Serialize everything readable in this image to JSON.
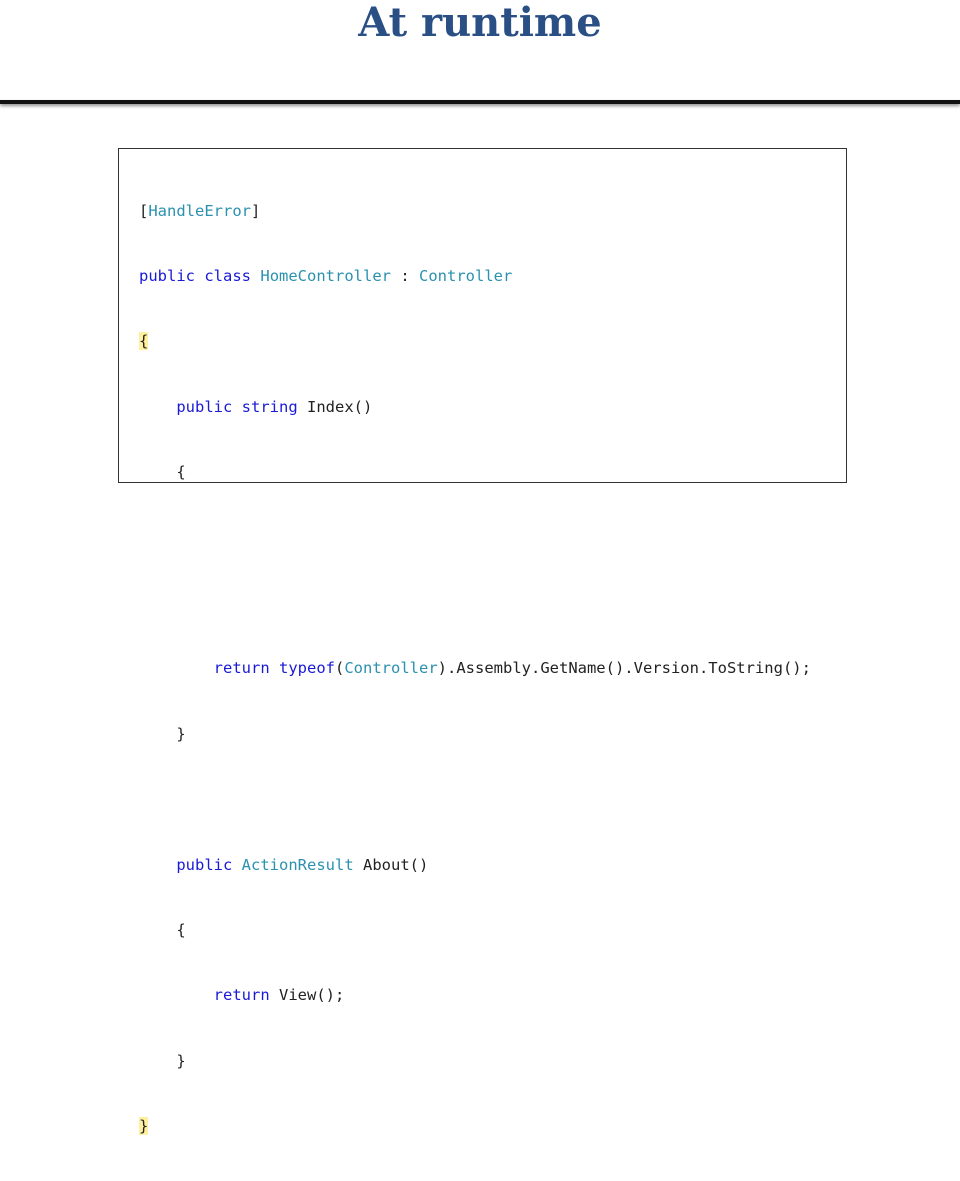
{
  "slide": {
    "title": "At runtime"
  },
  "code": {
    "attr_open": "[",
    "attr_name": "HandleError",
    "attr_close": "]",
    "kw_public": "public",
    "kw_class": "class",
    "kw_string": "string",
    "kw_return": "return",
    "kw_typeof": "typeof",
    "class_name": "HomeController",
    "colon": " : ",
    "base_class": "Controller",
    "brace_open": "{",
    "brace_close": "}",
    "index_sig": " Index()",
    "typeof_arg": "Controller",
    "typeof_open": "(",
    "return_rest": ").Assembly.GetName().Version.ToString();",
    "action_result": "ActionResult",
    "about_sig": " About()",
    "view_call": " View();"
  },
  "colors": {
    "title": "#2a4f85",
    "keyword": "#1a1ad6",
    "type": "#2b91af",
    "brace_highlight": "#fff0a0"
  }
}
